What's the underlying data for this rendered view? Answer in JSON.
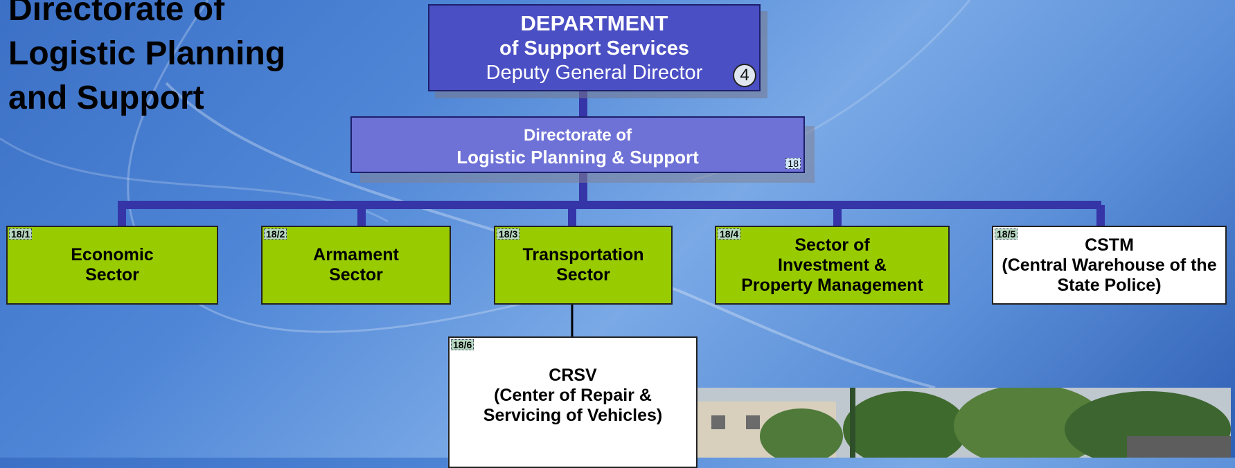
{
  "page_title": [
    "Directorate of",
    "Logistic Planning",
    "and Support"
  ],
  "department": {
    "line1": "DEPARTMENT",
    "line2": "of Support Services",
    "line3": "Deputy General Director",
    "number": "4"
  },
  "directorate": {
    "line1": "Directorate of",
    "line2": "Logistic Planning & Support",
    "number": "18"
  },
  "sectors": [
    {
      "id": "18/1",
      "lines": [
        "Economic",
        "Sector"
      ],
      "color": "#99cc00"
    },
    {
      "id": "18/2",
      "lines": [
        "Armament",
        "Sector"
      ],
      "color": "#99cc00"
    },
    {
      "id": "18/3",
      "lines": [
        "Transportation",
        "Sector"
      ],
      "color": "#99cc00"
    },
    {
      "id": "18/4",
      "lines": [
        "Sector of",
        "Investment &",
        "Property Management"
      ],
      "color": "#99cc00"
    },
    {
      "id": "18/5",
      "lines": [
        "CSTM",
        "(Central Warehouse of the",
        "State Police)"
      ],
      "color": "#ffffff"
    }
  ],
  "sub_unit": {
    "id": "18/6",
    "lines": [
      "CRSV",
      "(Center of Repair &",
      "Servicing of Vehicles)"
    ]
  },
  "colors": {
    "connector": "#3535a8",
    "department_fill": "#4b4fc4",
    "directorate_fill": "#6e72d6",
    "sector_green": "#99cc00"
  }
}
